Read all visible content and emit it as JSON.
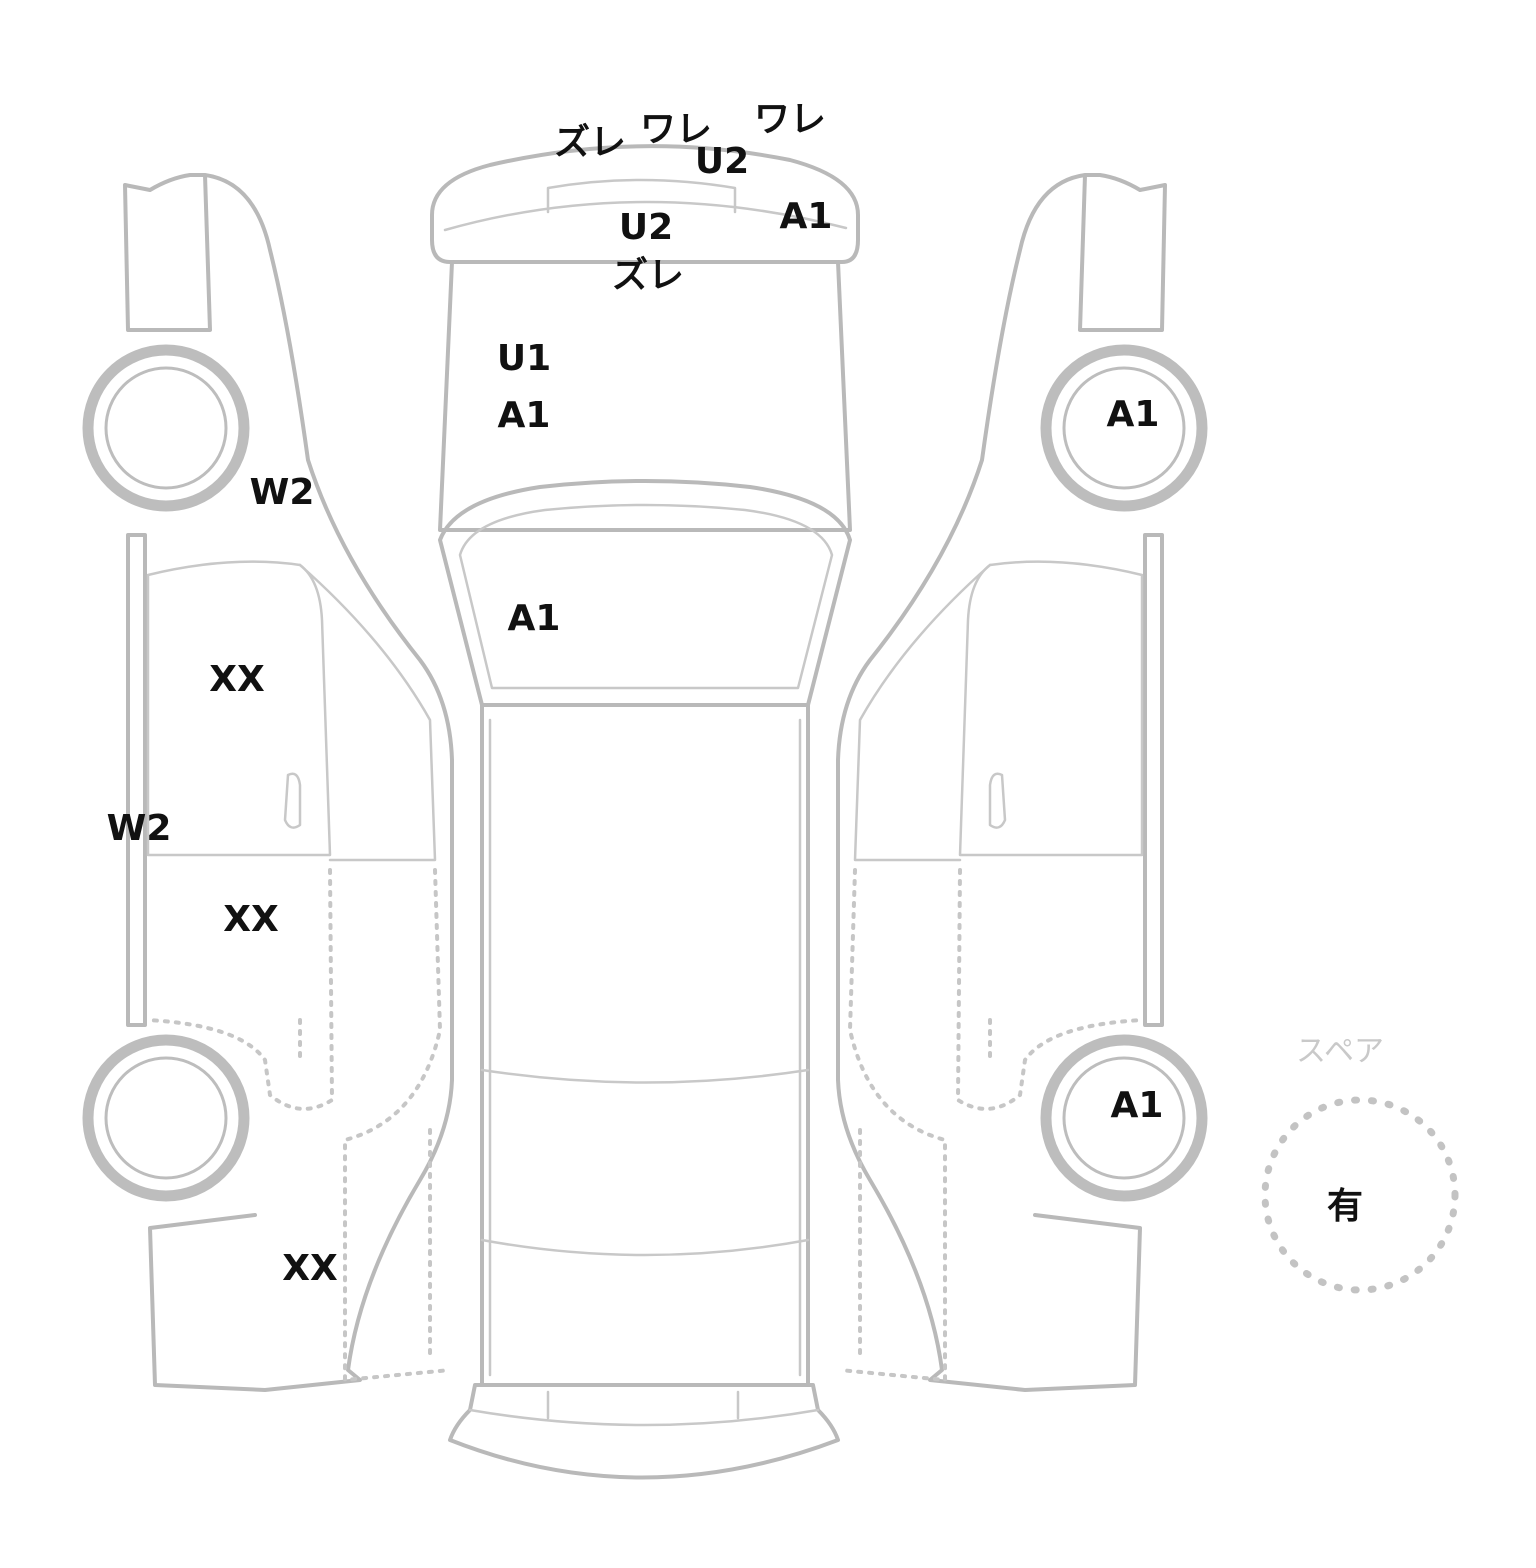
{
  "marks": {
    "front_bumper_zure_left": "ズレ",
    "front_bumper_ware_center": "ワレ",
    "front_bumper_ware_right": "ワレ",
    "front_bumper_u2": "U2",
    "front_bumper_a1": "A1",
    "grille_u2": "U2",
    "grille_zure": "ズレ",
    "hood_u1": "U1",
    "hood_a1": "A1",
    "windshield_a1": "A1",
    "left_front_fender_w2": "W2",
    "left_front_door_xx": "XX",
    "left_rocker_w2": "W2",
    "left_rear_door_xx": "XX",
    "left_quarter_xx": "XX",
    "right_front_wheel_a1": "A1",
    "right_rear_wheel_a1": "A1"
  },
  "spare": {
    "label": "スペア",
    "value": "有"
  },
  "colors": {
    "outline": "#b9b9b9",
    "mark_text": "#111111",
    "spare_label": "#c9c9c9"
  }
}
